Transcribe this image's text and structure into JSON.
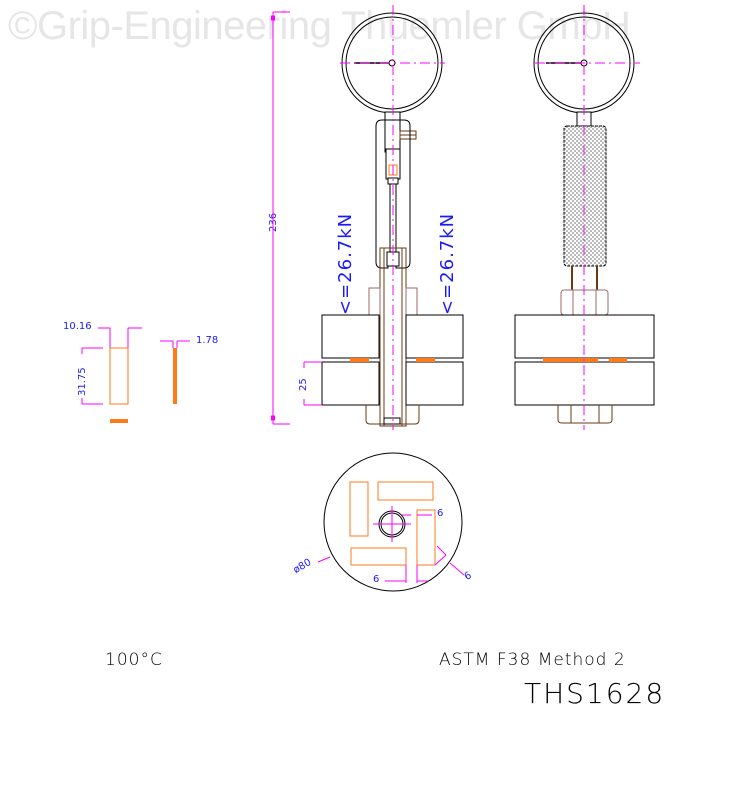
{
  "watermark": "©Grip-Engineering Thuemler GmbH",
  "specimen": {
    "width_label": "10.16",
    "length_label": "31.75",
    "thickness_label": "1.78"
  },
  "assembly": {
    "overall_height_label": "236",
    "flange_thickness_label": "25",
    "load_left": "<=26.7kN",
    "load_right": "<=26.7kN"
  },
  "plan_view": {
    "diameter_label": "ø80",
    "gap_labels": [
      "6",
      "6",
      "6"
    ]
  },
  "footer": {
    "temperature": "100°C",
    "standard": "ASTM F38 Method 2",
    "part_number": "THS1628"
  },
  "colors": {
    "outline": "#000000",
    "centerline": "#ff00ff",
    "dimension_text": "#1a1aff",
    "gasket": "#ff7a1a",
    "fastener": "#6b3a10",
    "nut": "#9b6b6b",
    "watermark": "#e6e6e6"
  }
}
